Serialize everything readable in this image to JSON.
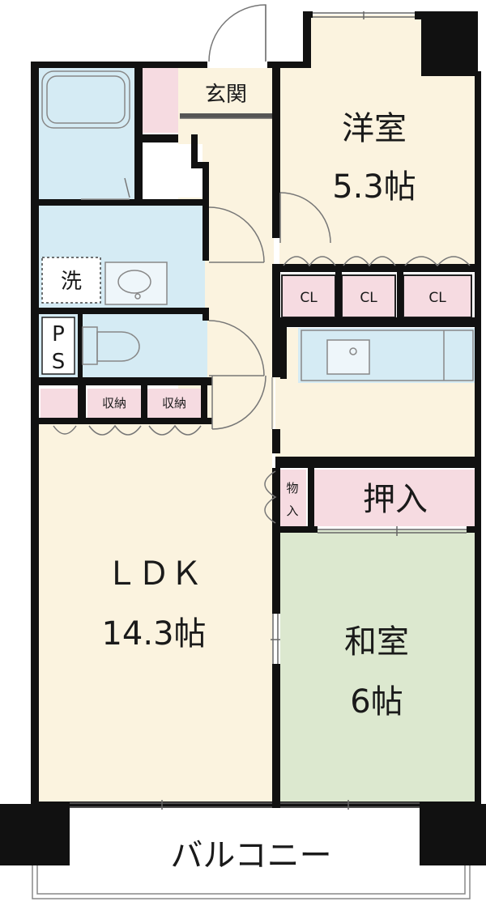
{
  "rooms": {
    "western": {
      "name": "洋室",
      "size": "5.3帖"
    },
    "ldk": {
      "name": "ＬＤＫ",
      "size": "14.3帖"
    },
    "japanese": {
      "name": "和室",
      "size": "6帖"
    },
    "entrance": "玄関",
    "washroom": "洗",
    "ps": [
      "P",
      "S"
    ],
    "balcony": "バルコニー"
  },
  "storage": {
    "closets": [
      "CL",
      "CL",
      "CL"
    ],
    "shuno": [
      "収納",
      "収納"
    ],
    "oshiire": "押入",
    "monoire": [
      "物",
      "入"
    ]
  },
  "colors": {
    "wall": "#111111",
    "floor": "#fbf3df",
    "wet": "#d5ebf4",
    "tatami": "#dce8cf",
    "storage": "#f6dbe1"
  }
}
